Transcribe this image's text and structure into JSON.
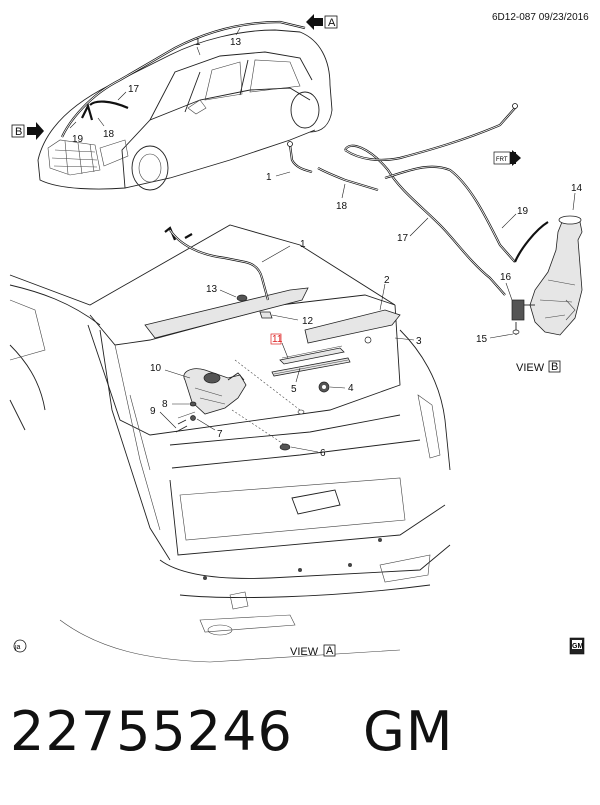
{
  "header": {
    "code": "6D12-087  09/23/2016"
  },
  "views": {
    "a_tag": "A",
    "b_tag": "B",
    "view_a": "VIEW",
    "view_b": "VIEW"
  },
  "callouts": {
    "c1a": "1",
    "c13a": "13",
    "c17a": "17",
    "c18a": "18",
    "c19a": "19",
    "c1b": "1",
    "c18b": "18",
    "c17b": "17",
    "c19b": "19",
    "c14": "14",
    "c16": "16",
    "c15": "15",
    "c1c": "1",
    "c13c": "13",
    "c12": "12",
    "c2": "2",
    "c3": "3",
    "c11": "11",
    "c10": "10",
    "c5": "5",
    "c4": "4",
    "c8": "8",
    "c9": "9",
    "c7": "7",
    "c6": "6"
  },
  "badges": {
    "gm_small": "GM",
    "ja": "ja",
    "fwd": "FRT"
  },
  "footer": {
    "part_number": "22755246",
    "brand": "GM"
  }
}
